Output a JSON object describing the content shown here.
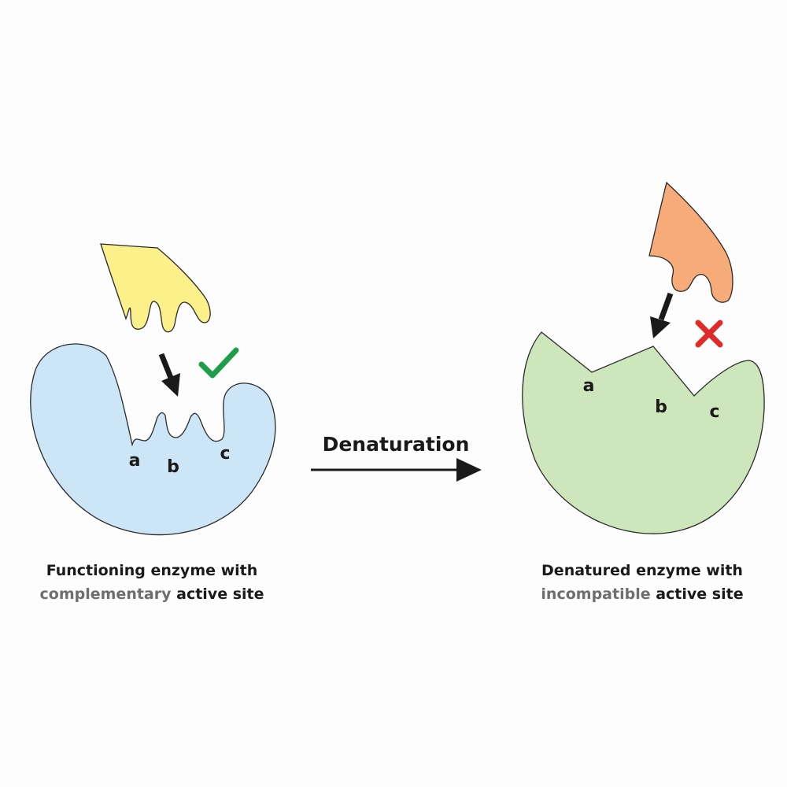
{
  "colors": {
    "functional_enzyme": "#cce6f8",
    "substrate_left": "#fbf08a",
    "denatured_enzyme": "#cee6bc",
    "substrate_right": "#f6ab79",
    "check": "#1f9e4a",
    "cross": "#e02a2a",
    "highlight_text": "#6e6e6e",
    "outline": "#2a2a2a"
  },
  "icons": {
    "fit_indicator": "check-mark-icon",
    "mismatch_indicator": "cross-icon"
  },
  "left_enzyme": {
    "site_labels": [
      "a",
      "b",
      "c"
    ],
    "caption_line1": "Functioning enzyme with",
    "caption_highlight": "complementary",
    "caption_rest": "active site"
  },
  "right_enzyme": {
    "site_labels": [
      "a",
      "b",
      "c"
    ],
    "caption_line1": "Denatured enzyme with",
    "caption_highlight": "incompatible",
    "caption_rest": "active site"
  },
  "process_arrow": {
    "label": "Denaturation"
  }
}
